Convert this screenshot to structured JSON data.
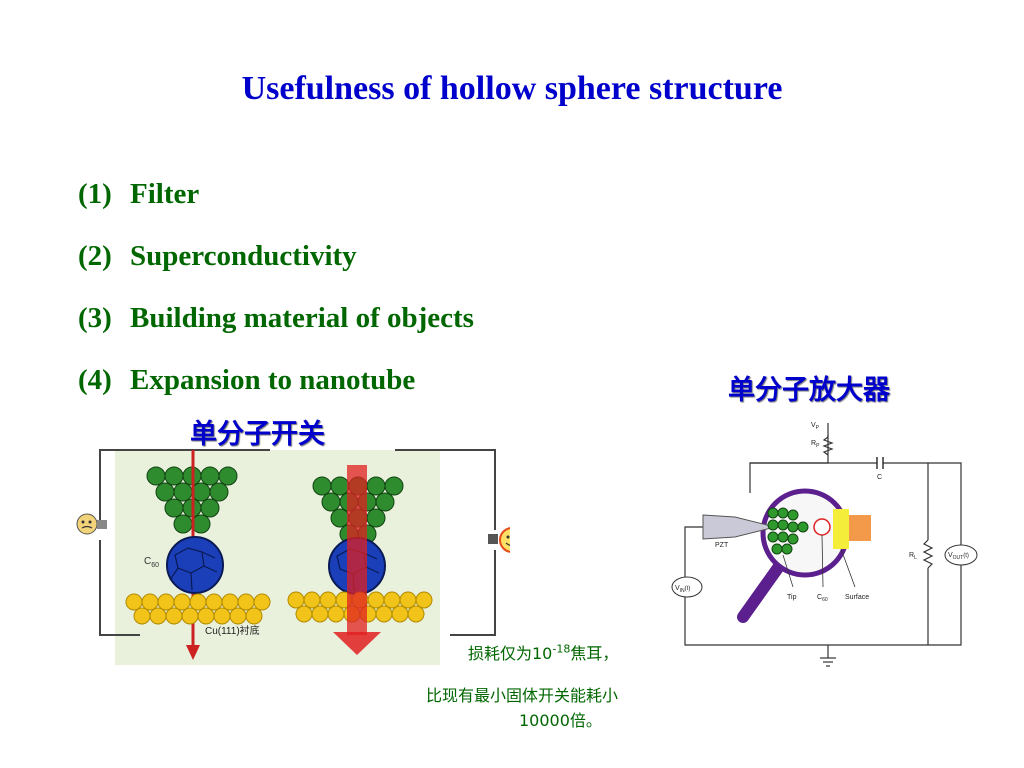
{
  "title": "Usefulness of hollow sphere structure",
  "list": [
    {
      "num": "(1)",
      "text": "Filter"
    },
    {
      "num": "(2)",
      "text": "Superconductivity"
    },
    {
      "num": "(3)",
      "text": "Building material of objects"
    },
    {
      "num": "(4)",
      "text": "Expansion to nanotube"
    }
  ],
  "captions": {
    "switch": "单分子开关",
    "amplifier": "单分子放大器"
  },
  "switch_figure": {
    "c60_label": "C",
    "c60_sub": "60",
    "substrate_label": "Cu(111)衬底"
  },
  "amp_figure": {
    "vp": "V",
    "vp_sub": "P",
    "rp": "R",
    "rp_sub": "P",
    "c": "C",
    "rl": "R",
    "rl_sub": "L",
    "vout": "V",
    "vout_sub": "OUT",
    "vout_t": "(t)",
    "vin": "V",
    "vin_sub": "IN",
    "vin_t": "(t)",
    "pzt": "PZT",
    "tip": "Tip",
    "c60": "C",
    "c60_sub": "60",
    "surface": "Surface"
  },
  "note": {
    "line1_pre": "损耗仅为10",
    "line1_sup": "-18",
    "line1_post": "焦耳，",
    "line2": "比现有最小固体开关能耗小",
    "line3": "10000倍。"
  }
}
